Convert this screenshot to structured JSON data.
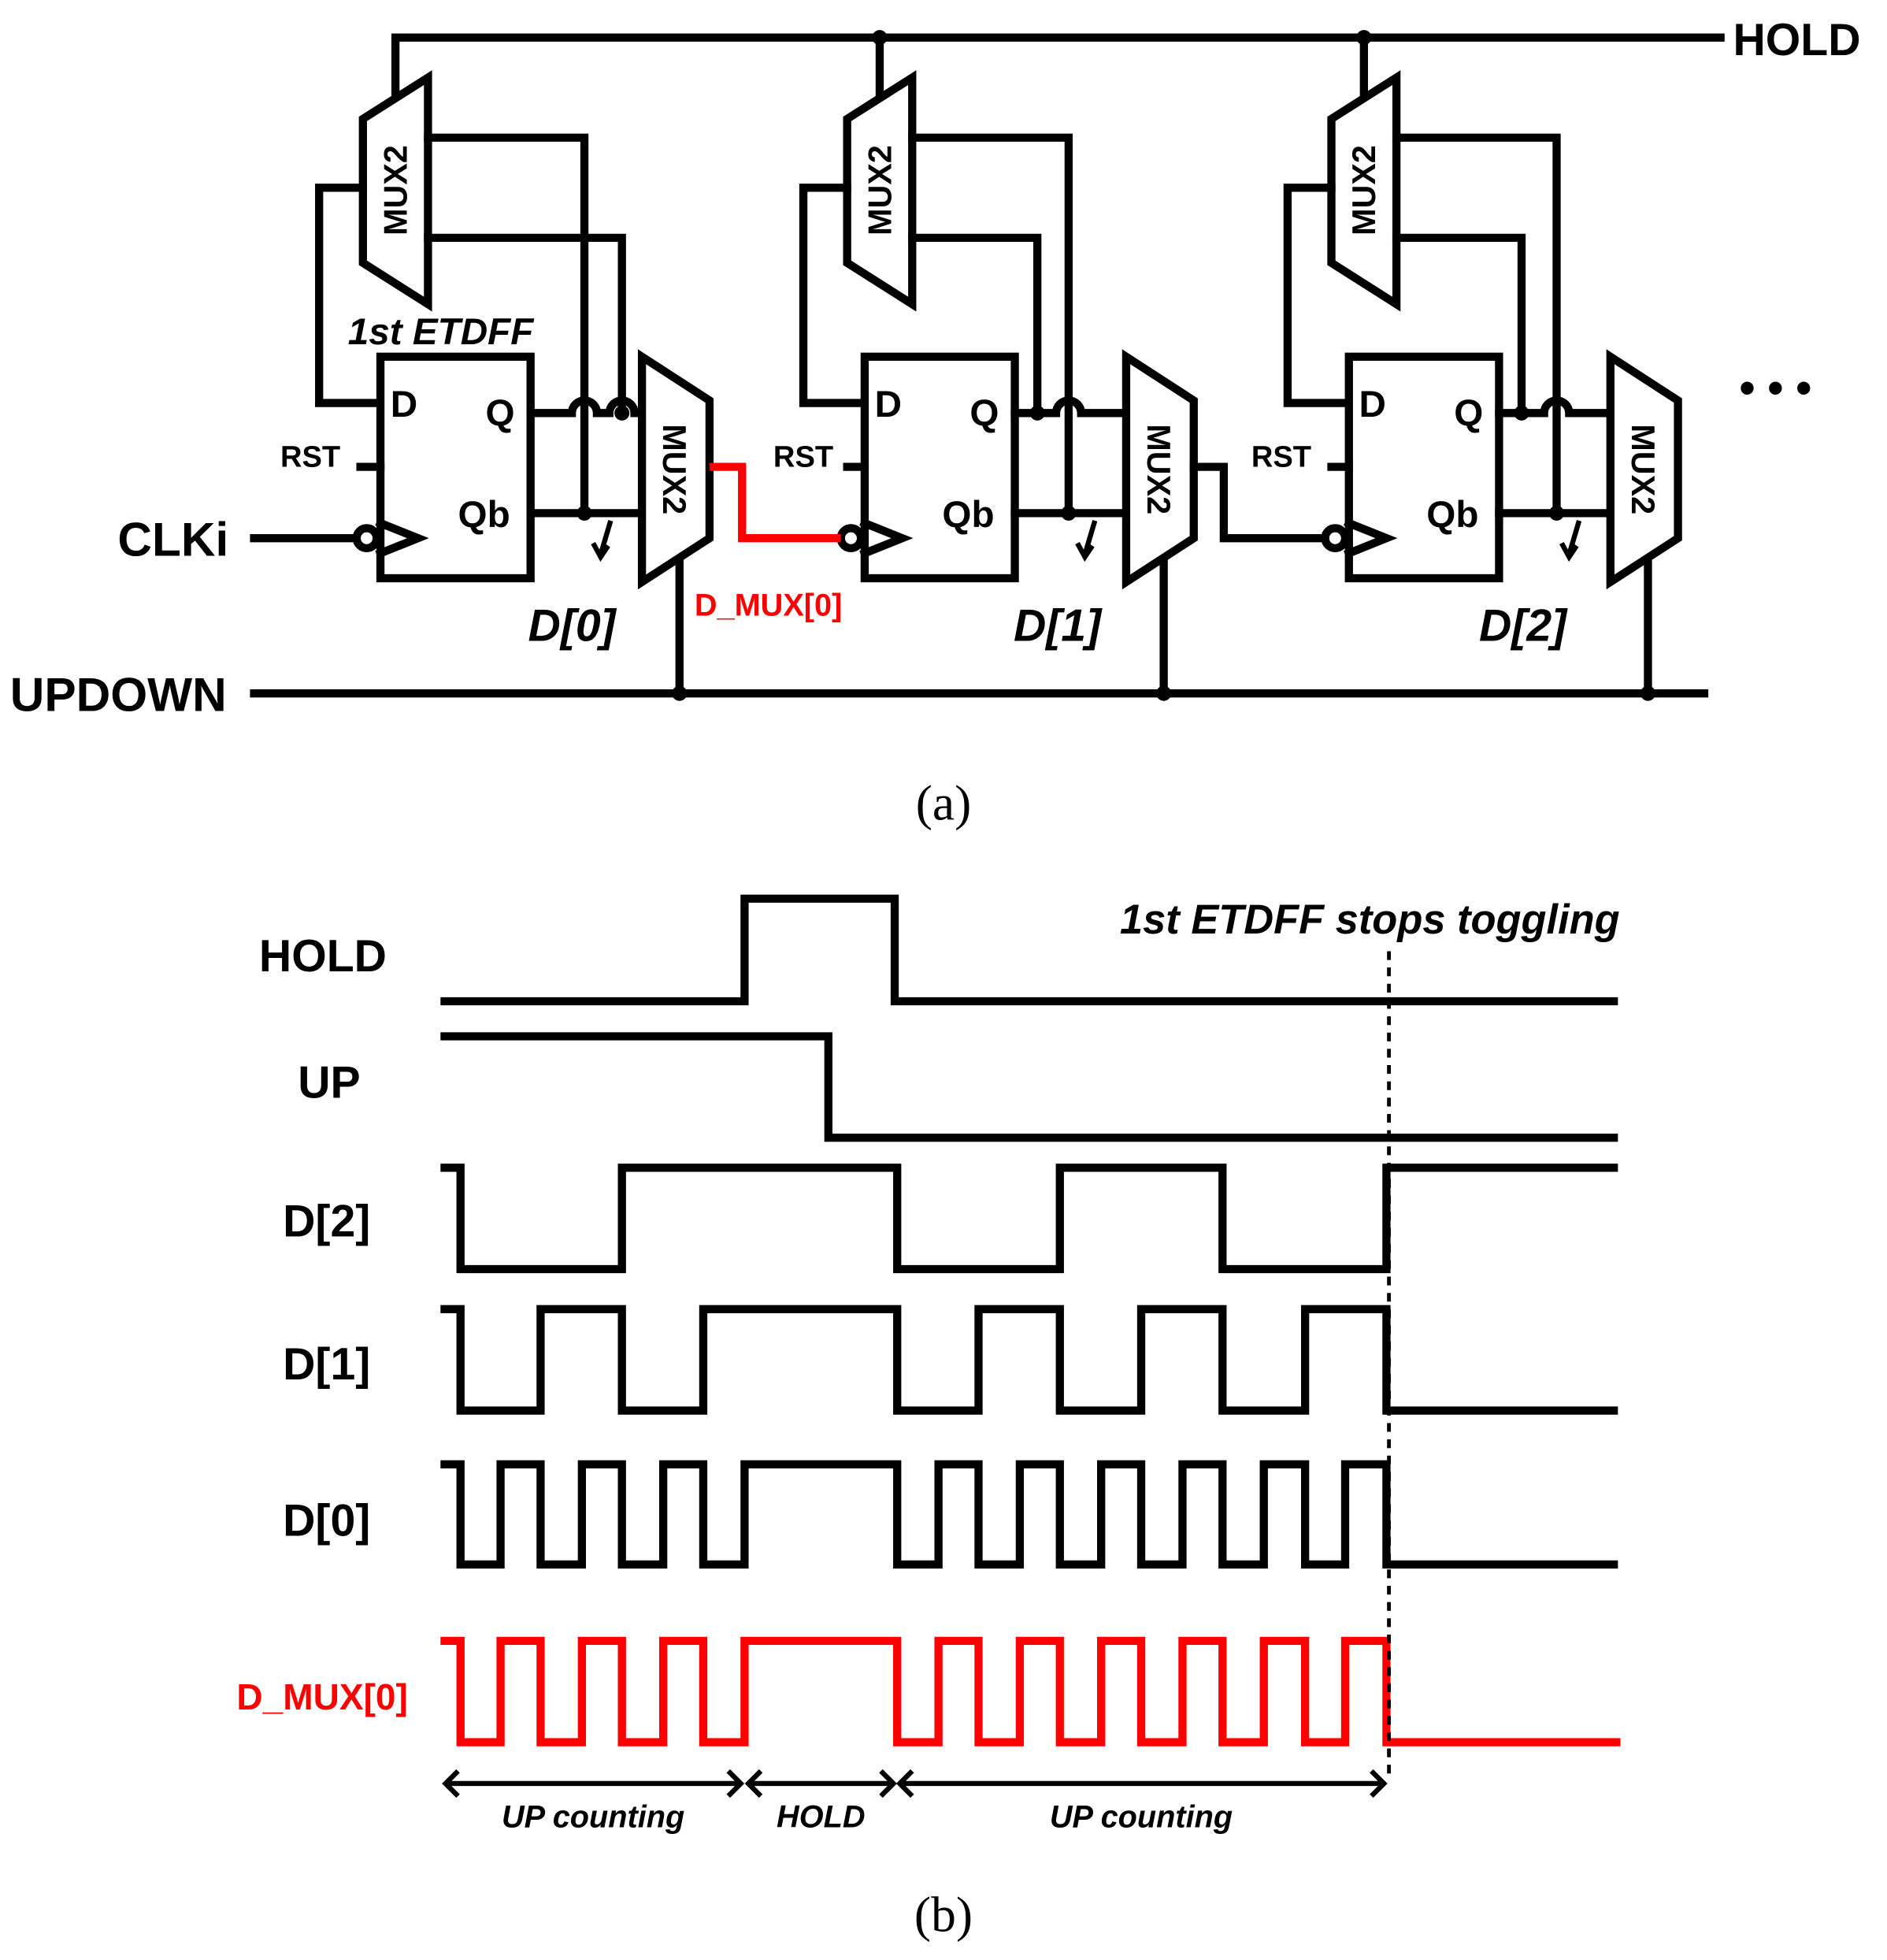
{
  "panel_a": {
    "caption": "(a)",
    "signals": {
      "hold": "HOLD",
      "clk": "CLKi",
      "updown": "UPDOWN",
      "continuation": "• • •"
    },
    "first_ff_title": "1st ETDFF",
    "stages": [
      {
        "mux_top": "MUX2",
        "pin_d": "D",
        "pin_q": "Q",
        "pin_qb": "Qb",
        "pin_rst": "RST",
        "mux_out": "MUX2",
        "output": "D[0]"
      },
      {
        "mux_top": "MUX2",
        "pin_d": "D",
        "pin_q": "Q",
        "pin_qb": "Qb",
        "pin_rst": "RST",
        "mux_out": "MUX2",
        "output": "D[1]"
      },
      {
        "mux_top": "MUX2",
        "pin_d": "D",
        "pin_q": "Q",
        "pin_qb": "Qb",
        "pin_rst": "RST",
        "mux_out": "MUX2",
        "output": "D[2]"
      }
    ],
    "highlight_net": "D_MUX[0]",
    "highlight_color": "#ff0000"
  },
  "panel_b": {
    "caption": "(b)",
    "annotation": "1st ETDFF stops toggling",
    "phases": [
      "UP counting",
      "HOLD",
      "UP counting"
    ],
    "waveforms": [
      {
        "name": "HOLD",
        "color": "#000000",
        "init": 0,
        "transitions": [
          595,
          715
        ]
      },
      {
        "name": "UP",
        "color": "#000000",
        "init": 1,
        "transitions": [
          662
        ]
      },
      {
        "name": "D[2]",
        "color": "#000000",
        "init": 1,
        "transitions": [
          368,
          497,
          717,
          847,
          977,
          1108
        ]
      },
      {
        "name": "D[1]",
        "color": "#000000",
        "init": 1,
        "transitions": [
          368,
          432,
          497,
          562,
          717,
          782,
          847,
          912,
          977,
          1043,
          1108
        ]
      },
      {
        "name": "D[0]",
        "color": "#000000",
        "init": 1,
        "transitions": [
          368,
          400,
          432,
          465,
          497,
          530,
          562,
          595,
          717,
          750,
          782,
          815,
          847,
          880,
          912,
          945,
          977,
          1010,
          1043,
          1075,
          1108
        ]
      },
      {
        "name": "D_MUX[0]",
        "color": "#ff0000",
        "init": 1,
        "transitions": [
          368,
          400,
          432,
          465,
          497,
          530,
          562,
          595,
          717,
          750,
          782,
          815,
          847,
          880,
          912,
          945,
          977,
          1010,
          1043,
          1075,
          1108
        ]
      }
    ]
  }
}
